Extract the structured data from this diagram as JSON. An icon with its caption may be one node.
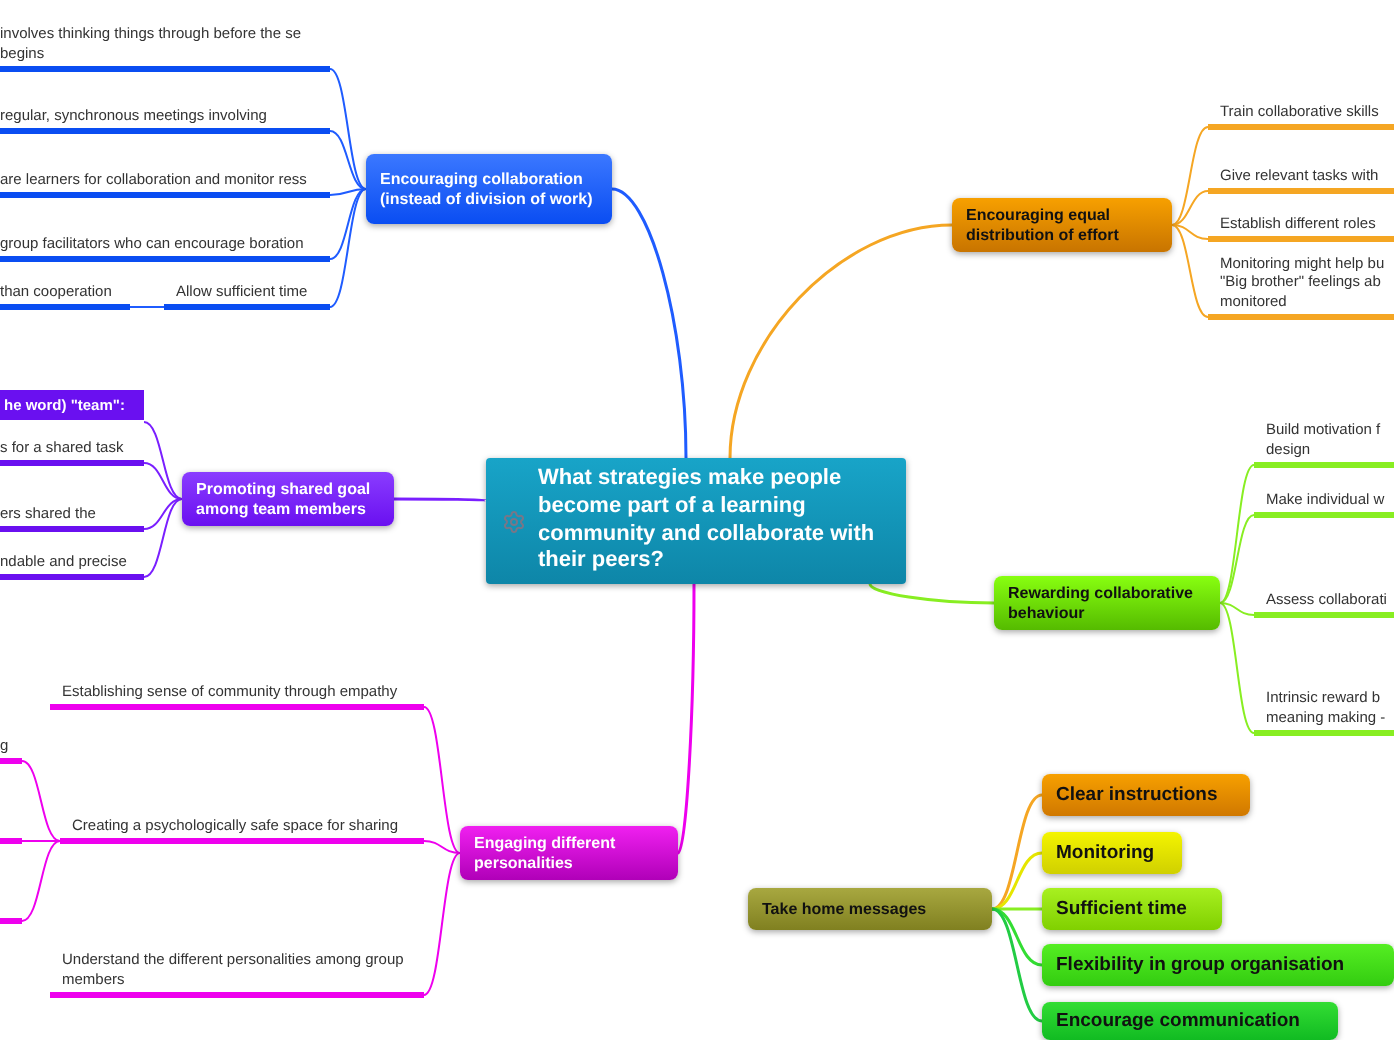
{
  "diagram": {
    "nodes": [
      {
        "text": [
          "What strategies make people become part of a learning community and collaborate with their peers?"
        ]
      },
      {
        "text": [
          "Encouraging collaboration (instead of division of work)"
        ]
      },
      {
        "text": [
          "involves thinking things through before the se begins"
        ]
      },
      {
        "text": [
          "regular, synchronous meetings involving"
        ]
      },
      {
        "text": [
          "are learners for collaboration and monitor ress"
        ]
      },
      {
        "text": [
          "group facilitators who can encourage boration"
        ]
      },
      {
        "text": [
          "Allow sufficient time"
        ]
      },
      {
        "text": [
          "than cooperation"
        ]
      },
      {
        "text": [
          "Promoting shared goal among team members"
        ]
      },
      {
        "text": [
          "he word) \"team\":"
        ]
      },
      {
        "text": [
          "s for a shared task"
        ]
      },
      {
        "text": [
          "ers shared the"
        ]
      },
      {
        "text": [
          "ndable and precise"
        ]
      },
      {
        "text": [
          "Engaging different personalities"
        ]
      },
      {
        "text": [
          "Establishing sense of community through empathy"
        ]
      },
      {
        "text": [
          "Creating a psychologically safe space for sharing"
        ]
      },
      {
        "text": [
          "g"
        ]
      },
      {
        "text": [],
        "shape": "bar"
      },
      {
        "text": [],
        "shape": "bar"
      },
      {
        "text": [
          "Understand the different personalities among group members"
        ]
      },
      {
        "text": [
          "Encouraging equal distribution of effort"
        ]
      },
      {
        "text": [
          "Train collaborative skills"
        ]
      },
      {
        "text": [
          "Give relevant tasks with"
        ]
      },
      {
        "text": [
          "Establish different roles"
        ]
      },
      {
        "text": [
          "Monitoring might help bu \"Big brother\" feelings ab monitored"
        ]
      },
      {
        "text": [
          "Rewarding collaborative behaviour"
        ]
      },
      {
        "text": [
          "Build motivation f design"
        ]
      },
      {
        "text": [
          "Make individual w"
        ]
      },
      {
        "text": [
          "Assess collaborati"
        ]
      },
      {
        "text": [
          "Intrinsic reward b meaning making -"
        ]
      },
      {
        "text": [
          "Take home messages"
        ]
      },
      {
        "text": [
          "Clear instructions"
        ]
      },
      {
        "text": [
          "Monitoring"
        ]
      },
      {
        "text": [
          "Sufficient time"
        ]
      },
      {
        "text": [
          "Flexibility in group organisation"
        ]
      },
      {
        "text": [
          "Encourage communication"
        ]
      }
    ],
    "edges": [
      {
        "from": 0,
        "to": 1,
        "arrow": "none",
        "color": "#1f5cff"
      },
      {
        "from": 1,
        "to": 2,
        "arrow": "none",
        "color": "#1f5cff"
      },
      {
        "from": 1,
        "to": 3,
        "arrow": "none",
        "color": "#1f5cff"
      },
      {
        "from": 1,
        "to": 4,
        "arrow": "none",
        "color": "#1f5cff"
      },
      {
        "from": 1,
        "to": 5,
        "arrow": "none",
        "color": "#1f5cff"
      },
      {
        "from": 1,
        "to": 6,
        "arrow": "none",
        "color": "#1f5cff"
      },
      {
        "from": 6,
        "to": 7,
        "arrow": "none",
        "color": "#1f5cff"
      },
      {
        "from": 0,
        "to": 8,
        "arrow": "none",
        "color": "#7a1fff"
      },
      {
        "from": 8,
        "to": 9,
        "arrow": "none",
        "color": "#7a1fff"
      },
      {
        "from": 8,
        "to": 10,
        "arrow": "none",
        "color": "#7a1fff"
      },
      {
        "from": 8,
        "to": 11,
        "arrow": "none",
        "color": "#7a1fff"
      },
      {
        "from": 8,
        "to": 12,
        "arrow": "none",
        "color": "#7a1fff"
      },
      {
        "from": 0,
        "to": 13,
        "arrow": "none",
        "color": "#ee00ee"
      },
      {
        "from": 13,
        "to": 14,
        "arrow": "none",
        "color": "#ee00ee"
      },
      {
        "from": 13,
        "to": 15,
        "arrow": "none",
        "color": "#ee00ee"
      },
      {
        "from": 15,
        "to": 16,
        "arrow": "none",
        "color": "#ee00ee"
      },
      {
        "from": 15,
        "to": 17,
        "arrow": "none",
        "color": "#ee00ee"
      },
      {
        "from": 15,
        "to": 18,
        "arrow": "none",
        "color": "#ee00ee"
      },
      {
        "from": 13,
        "to": 19,
        "arrow": "none",
        "color": "#ee00ee"
      },
      {
        "from": 0,
        "to": 20,
        "arrow": "none",
        "color": "#f5a623"
      },
      {
        "from": 20,
        "to": 21,
        "arrow": "none",
        "color": "#f5a623"
      },
      {
        "from": 20,
        "to": 22,
        "arrow": "none",
        "color": "#f5a623"
      },
      {
        "from": 20,
        "to": 23,
        "arrow": "none",
        "color": "#f5a623"
      },
      {
        "from": 20,
        "to": 24,
        "arrow": "none",
        "color": "#f5a623"
      },
      {
        "from": 0,
        "to": 25,
        "arrow": "none",
        "color": "#88ee22"
      },
      {
        "from": 25,
        "to": 26,
        "arrow": "none",
        "color": "#88ee22"
      },
      {
        "from": 25,
        "to": 27,
        "arrow": "none",
        "color": "#88ee22"
      },
      {
        "from": 25,
        "to": 28,
        "arrow": "none",
        "color": "#88ee22"
      },
      {
        "from": 25,
        "to": 29,
        "arrow": "none",
        "color": "#88ee22"
      },
      {
        "from": 30,
        "to": 31,
        "arrow": "none",
        "color": "#f5a623"
      },
      {
        "from": 30,
        "to": 32,
        "arrow": "none",
        "color": "#e6e600"
      },
      {
        "from": 30,
        "to": 33,
        "arrow": "none",
        "color": "#88ee22"
      },
      {
        "from": 30,
        "to": 34,
        "arrow": "none",
        "color": "#33dd33"
      },
      {
        "from": 30,
        "to": 35,
        "arrow": "none",
        "color": "#22cc44"
      }
    ]
  }
}
